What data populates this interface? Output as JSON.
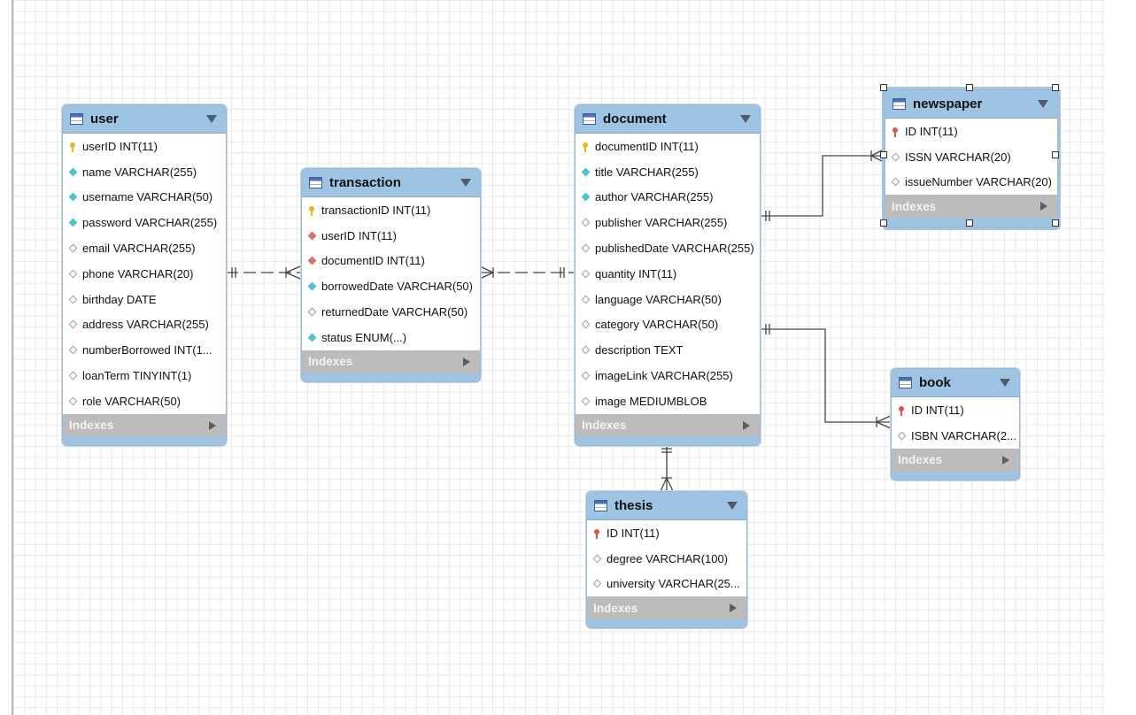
{
  "colors": {
    "header": "#9fc3e3",
    "indexes_bar": "#bcbcbc",
    "pk_key": "#e3b81f",
    "fk_key": "#d9534f",
    "not_null_diamond": "#4fc3cc",
    "fk_diamond": "#d6706d",
    "connector": "#444444"
  },
  "entities": {
    "user": {
      "name": "user",
      "columns": [
        {
          "icon": "pk",
          "text": "userID INT(11)"
        },
        {
          "icon": "nn",
          "text": "name VARCHAR(255)"
        },
        {
          "icon": "nn",
          "text": "username VARCHAR(50)"
        },
        {
          "icon": "nn",
          "text": "password VARCHAR(255)"
        },
        {
          "icon": "plain",
          "text": "email VARCHAR(255)"
        },
        {
          "icon": "plain",
          "text": "phone VARCHAR(20)"
        },
        {
          "icon": "plain",
          "text": "birthday DATE"
        },
        {
          "icon": "plain",
          "text": "address VARCHAR(255)"
        },
        {
          "icon": "plain",
          "text": "numberBorrowed INT(1..."
        },
        {
          "icon": "plain",
          "text": "loanTerm TINYINT(1)"
        },
        {
          "icon": "plain",
          "text": "role VARCHAR(50)"
        }
      ],
      "indexes_label": "Indexes"
    },
    "transaction": {
      "name": "transaction",
      "columns": [
        {
          "icon": "pk",
          "text": "transactionID INT(11)"
        },
        {
          "icon": "fk",
          "text": "userID INT(11)"
        },
        {
          "icon": "fk",
          "text": "documentID INT(11)"
        },
        {
          "icon": "nn",
          "text": "borrowedDate VARCHAR(50)"
        },
        {
          "icon": "plain",
          "text": "returnedDate VARCHAR(50)"
        },
        {
          "icon": "nn",
          "text": "status ENUM(...)"
        }
      ],
      "indexes_label": "Indexes"
    },
    "document": {
      "name": "document",
      "columns": [
        {
          "icon": "pk",
          "text": "documentID INT(11)"
        },
        {
          "icon": "nn",
          "text": "title VARCHAR(255)"
        },
        {
          "icon": "nn",
          "text": "author VARCHAR(255)"
        },
        {
          "icon": "plain",
          "text": "publisher VARCHAR(255)"
        },
        {
          "icon": "plain",
          "text": "publishedDate VARCHAR(255)"
        },
        {
          "icon": "plain",
          "text": "quantity INT(11)"
        },
        {
          "icon": "plain",
          "text": "language VARCHAR(50)"
        },
        {
          "icon": "plain",
          "text": "category VARCHAR(50)"
        },
        {
          "icon": "plain",
          "text": "description TEXT"
        },
        {
          "icon": "plain",
          "text": "imageLink VARCHAR(255)"
        },
        {
          "icon": "plain",
          "text": "image MEDIUMBLOB"
        }
      ],
      "indexes_label": "Indexes"
    },
    "newspaper": {
      "name": "newspaper",
      "columns": [
        {
          "icon": "fkpk",
          "text": "ID INT(11)"
        },
        {
          "icon": "plain",
          "text": "ISSN VARCHAR(20)"
        },
        {
          "icon": "plain",
          "text": "issueNumber VARCHAR(20)"
        }
      ],
      "indexes_label": "Indexes"
    },
    "book": {
      "name": "book",
      "columns": [
        {
          "icon": "fkpk",
          "text": "ID INT(11)"
        },
        {
          "icon": "plain",
          "text": "ISBN VARCHAR(2..."
        }
      ],
      "indexes_label": "Indexes"
    },
    "thesis": {
      "name": "thesis",
      "columns": [
        {
          "icon": "fkpk",
          "text": "ID INT(11)"
        },
        {
          "icon": "plain",
          "text": "degree VARCHAR(100)"
        },
        {
          "icon": "plain",
          "text": "university VARCHAR(25..."
        }
      ],
      "indexes_label": "Indexes"
    }
  },
  "relationships": [
    {
      "from": "user",
      "to": "transaction",
      "style": "dashed",
      "from_end": "one-and-only-one",
      "to_end": "one-or-many"
    },
    {
      "from": "document",
      "to": "transaction",
      "style": "dashed",
      "from_end": "one-and-only-one",
      "to_end": "one-or-many"
    },
    {
      "from": "document",
      "to": "newspaper",
      "style": "solid",
      "from_end": "one-and-only-one",
      "to_end": "one-or-many"
    },
    {
      "from": "document",
      "to": "book",
      "style": "solid",
      "from_end": "one-and-only-one",
      "to_end": "one-or-many"
    },
    {
      "from": "document",
      "to": "thesis",
      "style": "solid",
      "from_end": "one-and-only-one",
      "to_end": "one-or-many"
    }
  ],
  "selected_entity": "newspaper"
}
